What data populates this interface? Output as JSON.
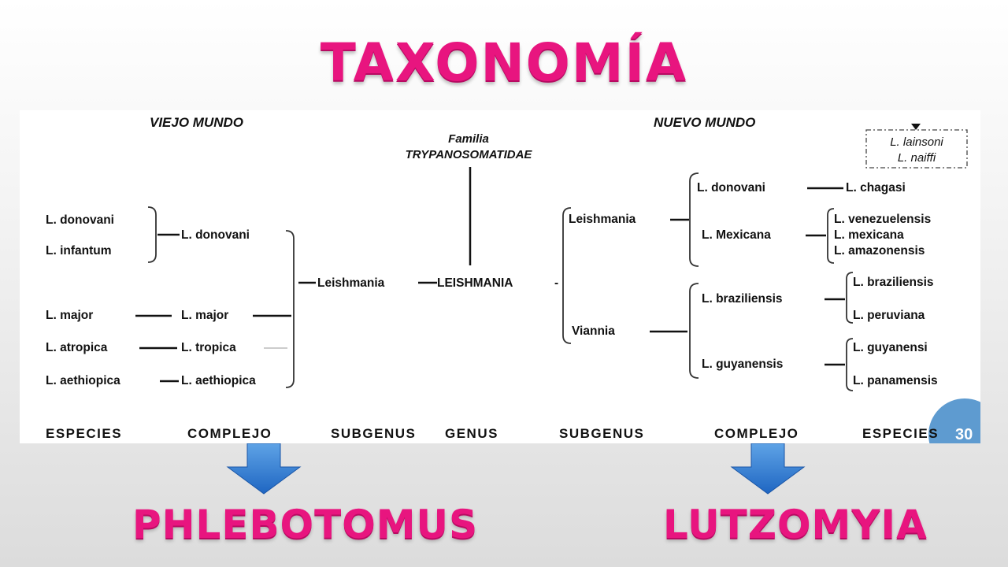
{
  "title": "TAXONOMÍA",
  "vector_left": "PHLEBOTOMUS",
  "vector_right": "LUTZOMYIA",
  "diagram": {
    "region_old": "VIEJO MUNDO",
    "region_new": "NUEVO MUNDO",
    "family_label": "Familia",
    "family_name": "TRYPANOSOMATIDAE",
    "genus": "LEISHMANIA",
    "old_world": {
      "subgenus": "Leishmania",
      "complex_donovani": "L. donovani",
      "complex_major": "L. major",
      "complex_tropica": "L. tropica",
      "complex_aethiopica": "L. aethiopica",
      "species_donovani": "L. donovani",
      "species_infantum": "L. infantum",
      "species_major": "L. major",
      "species_atropica": "L. atropica",
      "species_aethiopica": "L. aethiopica"
    },
    "new_world": {
      "subgenus_leishmania": "Leishmania",
      "subgenus_viannia": "Viannia",
      "complex_donovani": "L. donovani",
      "complex_mexicana": "L. Mexicana",
      "complex_braziliensis": "L. braziliensis",
      "complex_guyanensis": "L. guyanensis",
      "species_chagasi": "L. chagasi",
      "species_venezuelensis": "L. venezuelensis",
      "species_mexicana": "L. mexicana",
      "species_amazonensis": "L. amazonensis",
      "species_braziliensis": "L. braziliensis",
      "species_peruviana": "L. peruviana",
      "species_guyanensi": "L. guyanensi",
      "species_panamensis": "L. panamensis"
    },
    "box_lainsoni": "L. lainsoni",
    "box_naiffi": "L. naiffi",
    "columns": {
      "especies_left": "ESPECIES",
      "complejo_left": "COMPLEJO",
      "subgenus_left": "SUBGENUS",
      "genus": "GENUS",
      "subgenus_right": "SUBGENUS",
      "complejo_right": "COMPLEJO",
      "especies_right": "ESPECIES"
    },
    "page_badge": "30"
  }
}
